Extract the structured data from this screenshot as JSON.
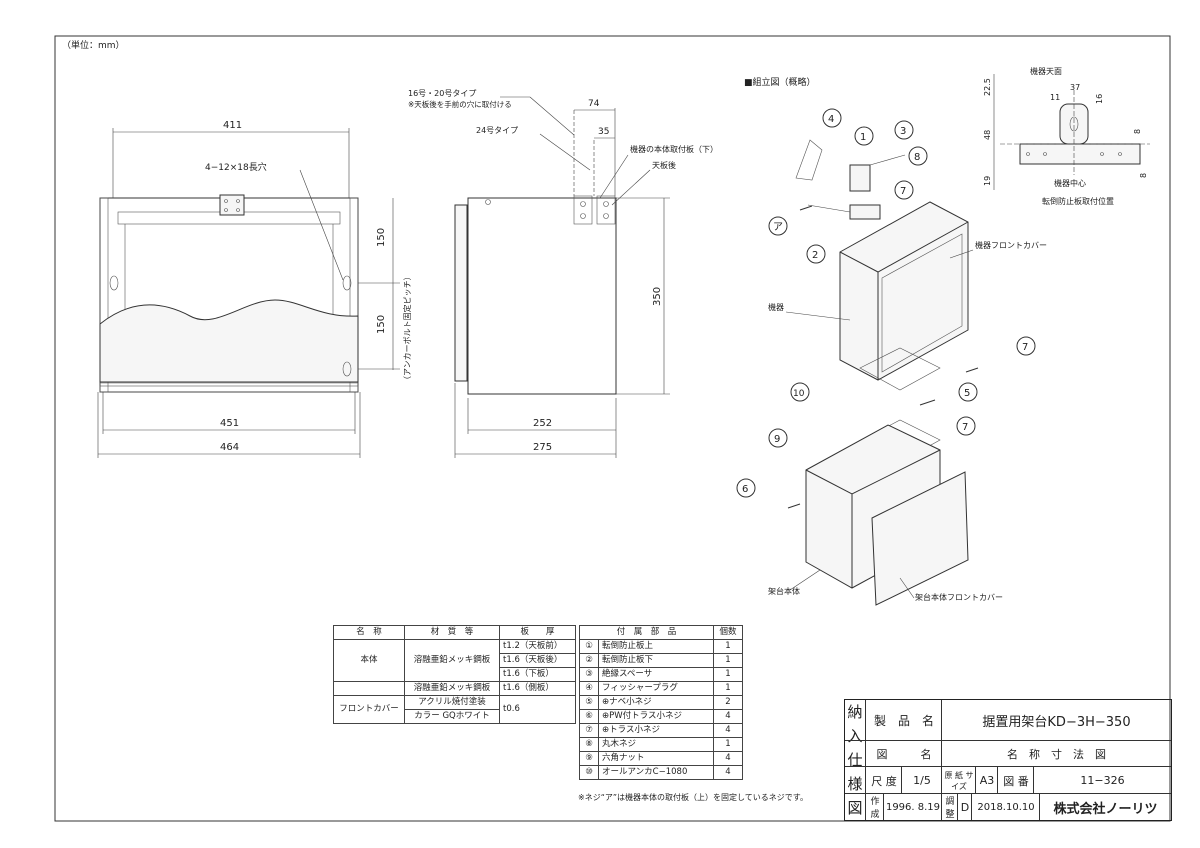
{
  "unit_label": "（単位：mm）",
  "front_view": {
    "dims": {
      "top": "411",
      "bottom1": "451",
      "bottom2": "464",
      "right1": "150",
      "right2": "150"
    },
    "hole_label": "4−12×18長穴",
    "anchor_label": "（アンカーボルト固定ピッチ）"
  },
  "side_view": {
    "type16": "16号・20号タイプ",
    "type16_note": "※天板後を手前の穴に取付ける",
    "type24": "24号タイプ",
    "dim74": "74",
    "dim35": "35",
    "mount_label": "機器の本体取付板（下）",
    "top_rear_label": "天板後",
    "dim350": "350",
    "dim252": "252",
    "dim275": "275"
  },
  "assembly": {
    "title": "■組立図（概略）",
    "labels": {
      "front_cover": "機器フロントカバー",
      "device": "機器",
      "stand_body": "架台本体",
      "stand_front_cover": "架台本体フロントカバー"
    },
    "callouts": [
      "1",
      "2",
      "3",
      "4",
      "5",
      "6",
      "7",
      "8",
      "9",
      "10",
      "ア"
    ]
  },
  "detail": {
    "top_label": "機器天面",
    "center_label": "機器中心",
    "caption": "転倒防止板取付位置",
    "dims": [
      "22.5",
      "37",
      "11",
      "16",
      "48",
      "8",
      "19",
      "8"
    ]
  },
  "materials": {
    "headers": [
      "名　称",
      "材　質　等",
      "板　　厚"
    ],
    "rows": [
      {
        "name": "本体",
        "material": "溶融亜鉛メッキ鋼板",
        "thickness": [
          "t1.2（天板前）",
          "t1.6（天板後）",
          "t1.6（下板）"
        ]
      },
      {
        "name": "",
        "material": "溶融亜鉛メッキ鋼板",
        "thickness": [
          "t1.6（側板）"
        ]
      },
      {
        "name": "フロントカバー",
        "material": "アクリル焼付塗装",
        "material2": "カラー GQホワイト",
        "thickness": [
          "t0.6"
        ]
      }
    ]
  },
  "parts": {
    "headers": [
      "付　属　部　品",
      "個数"
    ],
    "rows": [
      {
        "no": "①",
        "name": "転倒防止板上",
        "qty": "1"
      },
      {
        "no": "②",
        "name": "転倒防止板下",
        "qty": "1"
      },
      {
        "no": "③",
        "name": "絶縁スペーサ",
        "qty": "1"
      },
      {
        "no": "④",
        "name": "フィッシャープラグ",
        "qty": "1"
      },
      {
        "no": "⑤",
        "name": "⊕ナベ小ネジ",
        "qty": "2"
      },
      {
        "no": "⑥",
        "name": "⊕PW付トラス小ネジ",
        "qty": "4"
      },
      {
        "no": "⑦",
        "name": "⊕トラス小ネジ",
        "qty": "4"
      },
      {
        "no": "⑧",
        "name": "丸木ネジ",
        "qty": "1"
      },
      {
        "no": "⑨",
        "name": "六角ナット",
        "qty": "4"
      },
      {
        "no": "⑩",
        "name": "オールアンカC−1080",
        "qty": "4"
      }
    ]
  },
  "footnote": "※ネジ“ア”は機器本体の取付板（上）を固定しているネジです。",
  "title_block": {
    "side": [
      "納",
      "入",
      "仕",
      "様",
      "図"
    ],
    "product_label": "製　品　名",
    "product": "据置用架台KD−3H−350",
    "drawing_label": "図　　　名",
    "drawing": "名　称　寸　法　図",
    "scale_label": "尺 度",
    "scale": "1/5",
    "paper_label": "原 紙 サイズ",
    "paper": "A3",
    "number_label": "図 番",
    "number": "11−326",
    "created_label": "作 成",
    "created": "1996. 8.19",
    "revised_label": "調 整",
    "revised_mark": "D",
    "revised": "2018.10.10",
    "company": "株式会社ノーリツ"
  }
}
